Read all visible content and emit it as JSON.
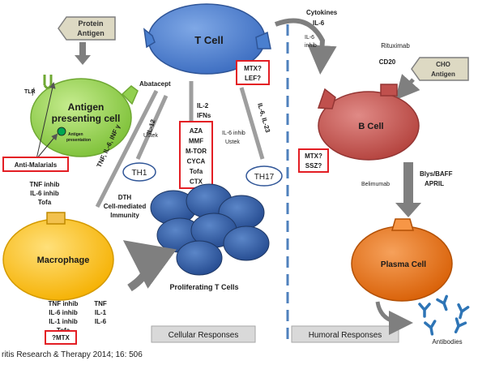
{
  "cells": {
    "t_cell": "T Cell",
    "apc_line1": "Antigen",
    "apc_line2": "presenting cell",
    "b_cell": "B Cell",
    "macrophage": "Macrophage",
    "plasma_cell": "Plasma Cell",
    "th1": "TH1",
    "th17": "TH17",
    "proliferating": "Proliferating T Cells",
    "antibodies": "Antibodies"
  },
  "antigens": {
    "protein_line1": "Protein",
    "protein_line2": "Antigen",
    "cho_line1": "CHO",
    "cho_line2": "Antigen"
  },
  "apc_labels": {
    "tlr": "TLR",
    "antigen_pres_1": "Antigen",
    "antigen_pres_2": "presentation"
  },
  "drugs": {
    "abatacept": "Abatacept",
    "anti_malarials": "Anti-Malarials",
    "mtx_lef_1": "MTX?",
    "mtx_lef_2": "LEF?",
    "mtx_ssz_1": "MTX?",
    "mtx_ssz_2": "SSZ?",
    "rituximab": "Rituximab",
    "cd20": "CD20",
    "belimumab": "Belimumab",
    "ustek_left": "Ustek",
    "il6_inhib_mid": "IL-6 inhib",
    "ustek_mid": "Ustek",
    "il6_inhib_top_1": "IL-6",
    "il6_inhib_top_2": "inhib",
    "mtx_macro": "?MTX",
    "center_drugs": [
      "AZA",
      "MMF",
      "M-TOR",
      "CYCA",
      "Tofa",
      "CTX"
    ],
    "macro_top": [
      "TNF inhib",
      "IL-6 inhib",
      "Tofa"
    ],
    "macro_bottom": [
      "TNF inhib",
      "IL-6 inhib",
      "IL-1 inhib",
      "Tofa"
    ]
  },
  "cytokines": {
    "top_1": "Cytokines",
    "top_2": "IL-6",
    "il2": "IL-2",
    "ifns": "IFNs",
    "il12": "IL-12",
    "il6_il23": "IL-6, IL-23",
    "tnf_il6_infy": "TNF, IL-6, INF γ",
    "blys_1": "Blys/BAFF",
    "blys_2": "APRIL",
    "macro_out": [
      "TNF",
      "IL-1",
      "IL-6"
    ]
  },
  "immunity": {
    "line1": "DTH",
    "line2": "Cell-mediated",
    "line3": "Immunity"
  },
  "sections": {
    "cellular": "Cellular Responses",
    "humoral": "Humoral Responses"
  },
  "citation": "ritis Research & Therapy 2014; 16: 506",
  "colors": {
    "t_cell": "#4a7fcf",
    "apc": "#92d050",
    "b_cell": "#c0504d",
    "macrophage": "#ffc000",
    "plasma": "#e46c0a",
    "prolif": "#2f5597",
    "highlight": "#e31e24",
    "arrow": "#808080",
    "dash": "#4f81bd",
    "section_bg": "#d9d9d9"
  }
}
